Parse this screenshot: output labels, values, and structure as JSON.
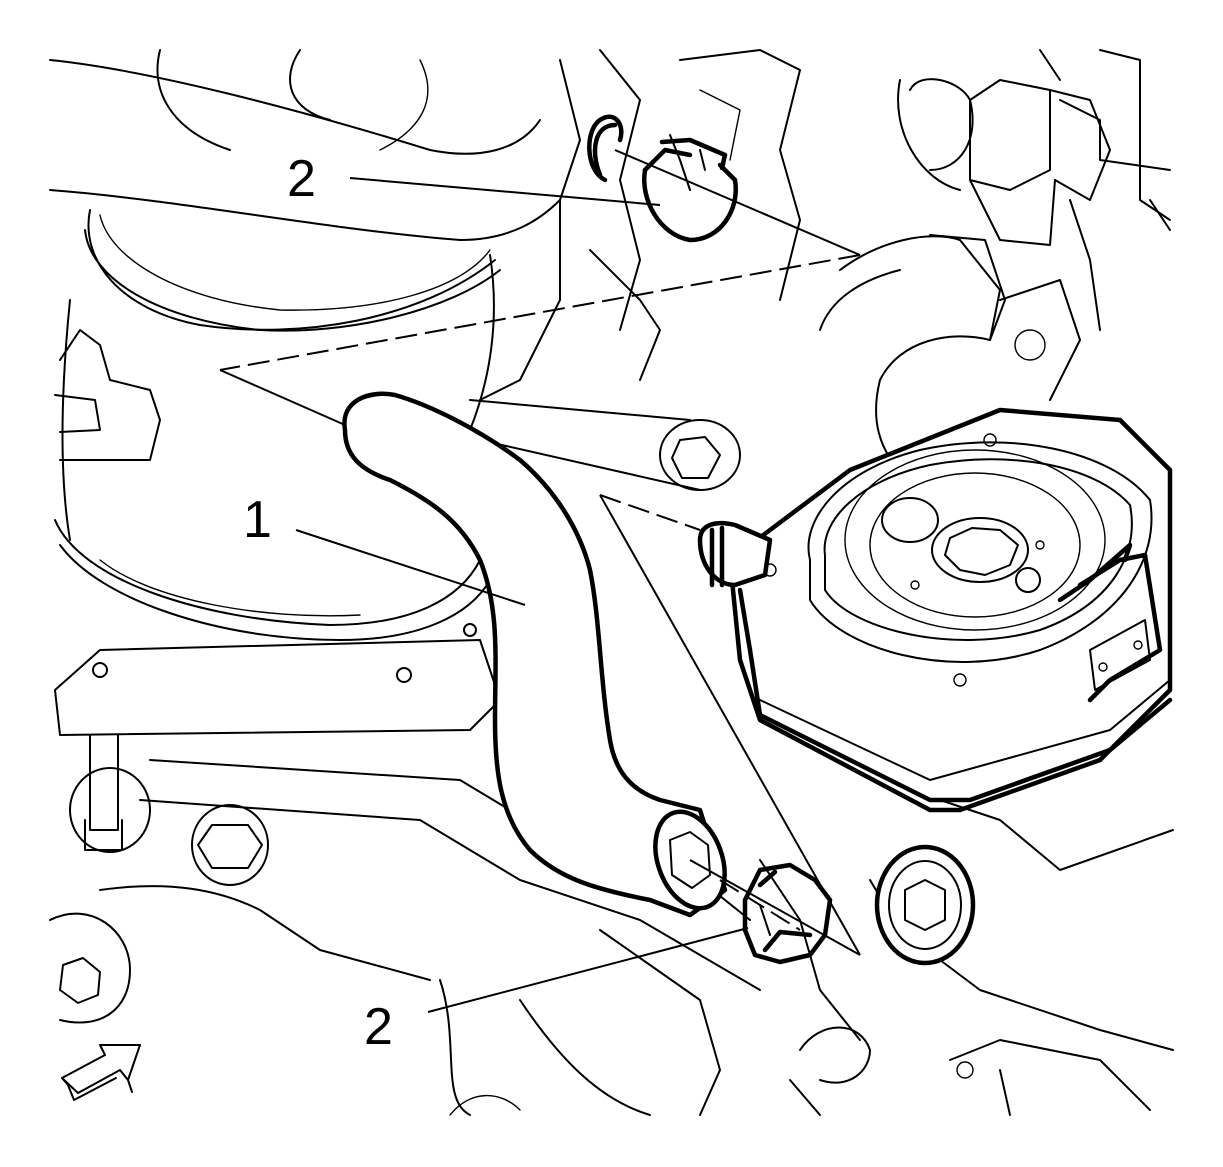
{
  "callouts": {
    "hose": "1",
    "clamp_upper": "2",
    "clamp_lower": "2"
  },
  "icons": {
    "view_direction": "arrow-icon"
  }
}
